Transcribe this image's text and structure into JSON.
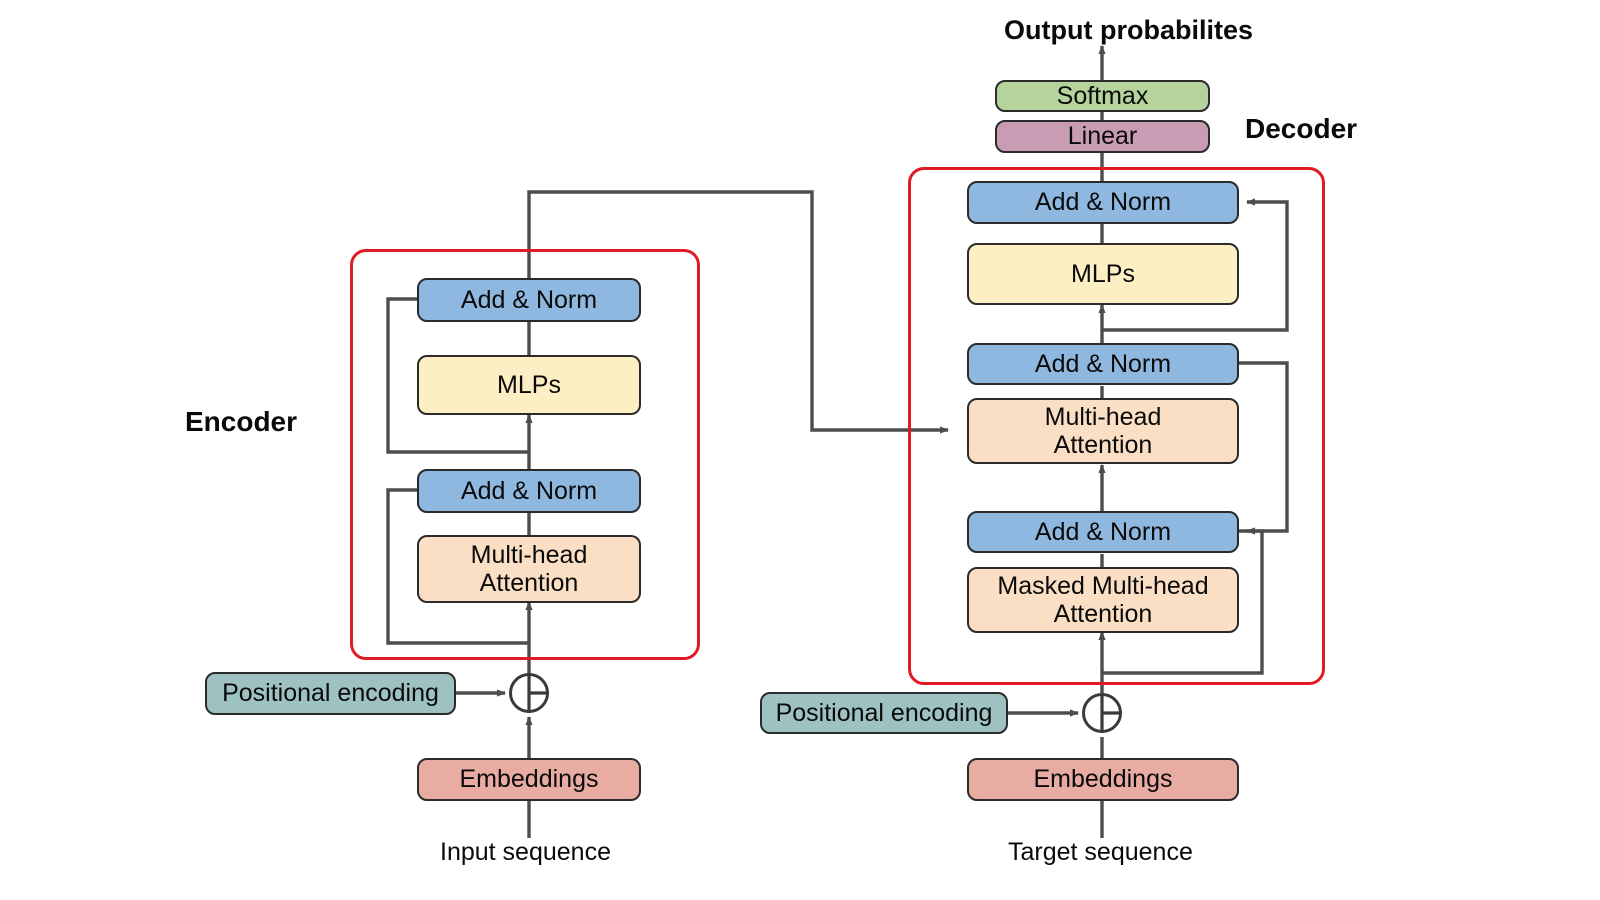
{
  "diagram": {
    "title_top": "Output probabilites",
    "encoder_label": "Encoder",
    "decoder_label": "Decoder",
    "input_caption": "Input sequence",
    "target_caption": "Target sequence"
  },
  "colors": {
    "add_norm": "#8fb8e0",
    "mlp": "#fcefc3",
    "attention": "#fbdfc4",
    "softmax": "#b5d39c",
    "linear": "#c99cb4",
    "positional": "#9ec2c2",
    "embeddings": "#e8aca2",
    "group_outline": "#e01b24",
    "wire": "#4d4d4d",
    "node_outline": "#2b2b2b",
    "text": "#0a0a0a",
    "background": "#ffffff"
  },
  "encoder": {
    "label": "Encoder",
    "blocks": [
      {
        "id": "enc-add-norm-2",
        "label": "Add & Norm",
        "kind": "add_norm"
      },
      {
        "id": "enc-mlps",
        "label": "MLPs",
        "kind": "mlp"
      },
      {
        "id": "enc-add-norm-1",
        "label": "Add & Norm",
        "kind": "add_norm"
      },
      {
        "id": "enc-attention",
        "label": "Multi-head\nAttention",
        "kind": "attention"
      }
    ],
    "positional_encoding": "Positional encoding",
    "embeddings": "Embeddings",
    "sequence_caption": "Input sequence"
  },
  "decoder": {
    "label": "Decoder",
    "blocks": [
      {
        "id": "dec-add-norm-3",
        "label": "Add & Norm",
        "kind": "add_norm"
      },
      {
        "id": "dec-mlps",
        "label": "MLPs",
        "kind": "mlp"
      },
      {
        "id": "dec-add-norm-2",
        "label": "Add & Norm",
        "kind": "add_norm"
      },
      {
        "id": "dec-cross-attention",
        "label": "Multi-head\nAttention",
        "kind": "attention"
      },
      {
        "id": "dec-add-norm-1",
        "label": "Add & Norm",
        "kind": "add_norm"
      },
      {
        "id": "dec-masked-attention",
        "label": "Masked Multi-head\nAttention",
        "kind": "attention"
      }
    ],
    "positional_encoding": "Positional encoding",
    "embeddings": "Embeddings",
    "sequence_caption": "Target sequence"
  },
  "head": {
    "softmax": "Softmax",
    "linear": "Linear",
    "output_label": "Output probabilites"
  },
  "operators": {
    "encoder_adder": "⊕",
    "decoder_adder": "⊕"
  }
}
